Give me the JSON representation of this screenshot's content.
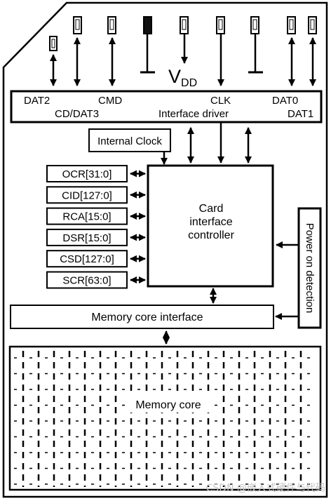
{
  "pins": {
    "dat2": "DAT2",
    "cd_dat3": "CD/DAT3",
    "cmd": "CMD",
    "clk": "CLK",
    "dat0": "DAT0",
    "dat1": "DAT1",
    "vdd": "V",
    "vdd_sub": "DD"
  },
  "blocks": {
    "interface_driver": "Interface driver",
    "internal_clock": "Internal Clock",
    "controller_line1": "Card",
    "controller_line2": "interface",
    "controller_line3": "controller",
    "power_on_detection": "Power on detection",
    "memory_core_interface": "Memory core interface",
    "memory_core": "Memory core"
  },
  "registers": [
    "OCR[31:0]",
    "CID[127:0]",
    "RCA[15:0]",
    "DSR[15:0]",
    "CSD[127:0]",
    "SCR[63:0]"
  ],
  "watermark": "CSDN @嵌入式硬件与代码"
}
